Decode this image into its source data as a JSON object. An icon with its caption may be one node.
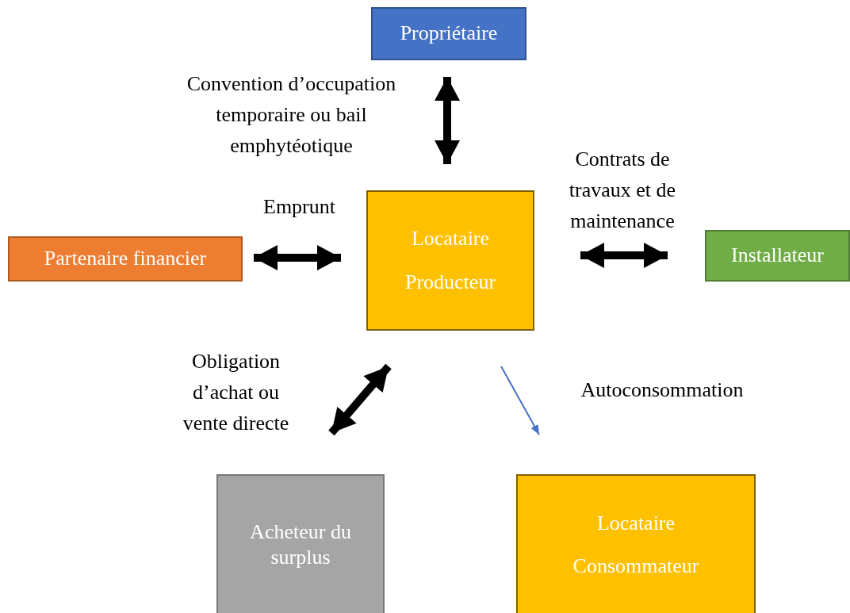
{
  "diagram": {
    "nodes": [
      {
        "text": [
          "Propriétaire"
        ]
      },
      {
        "text": [
          "Partenaire financier"
        ]
      },
      {
        "text": [
          "Locataire",
          "Producteur"
        ]
      },
      {
        "text": [
          "Installateur"
        ]
      },
      {
        "text": [
          "Acheteur du surplus"
        ]
      },
      {
        "text": [
          "Locataire",
          "Consommateur"
        ]
      }
    ],
    "edges": [
      {
        "from": 0,
        "to": 2,
        "arrow": "both",
        "label": "Convention d’occupation temporaire ou bail emphytéotique"
      },
      {
        "from": 1,
        "to": 2,
        "arrow": "both",
        "label": "Emprunt"
      },
      {
        "from": 2,
        "to": 3,
        "arrow": "both",
        "label": "Contrats de travaux et de maintenance"
      },
      {
        "from": 2,
        "to": 4,
        "arrow": "both",
        "label": "Obligation d’achat ou vente directe"
      },
      {
        "from": 2,
        "to": 5,
        "arrow": "to",
        "label": "Autoconsommation",
        "color": "#4472c4"
      }
    ]
  }
}
